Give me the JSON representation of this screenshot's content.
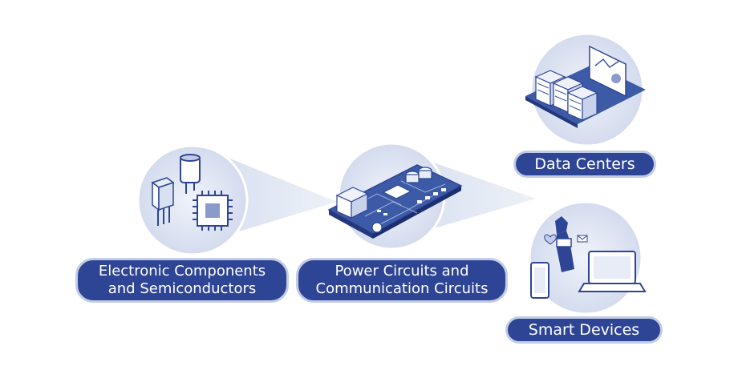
{
  "labels": {
    "components_line1": "Electronic Components",
    "components_line2": "and Semiconductors",
    "circuits_line1": "Power Circuits and",
    "circuits_line2": "Communication Circuits",
    "data_centers": "Data Centers",
    "smart_devices": "Smart Devices"
  },
  "colors": {
    "pill_fill": "#2e4596",
    "pill_border": "#c3cce6",
    "circle_fill": "#dfe5f2",
    "beam": "#e6ebf5",
    "accent": "#3c5aa6"
  },
  "icons": {
    "components": [
      "capacitor-icon",
      "transistor-icon",
      "chip-icon"
    ],
    "circuits": [
      "circuit-board-icon"
    ],
    "data_centers": [
      "server-buildings-icon",
      "dashboard-screen-icon"
    ],
    "smart_devices": [
      "smartwatch-icon",
      "smartphone-icon",
      "laptop-icon",
      "heart-icon",
      "mail-icon"
    ]
  }
}
